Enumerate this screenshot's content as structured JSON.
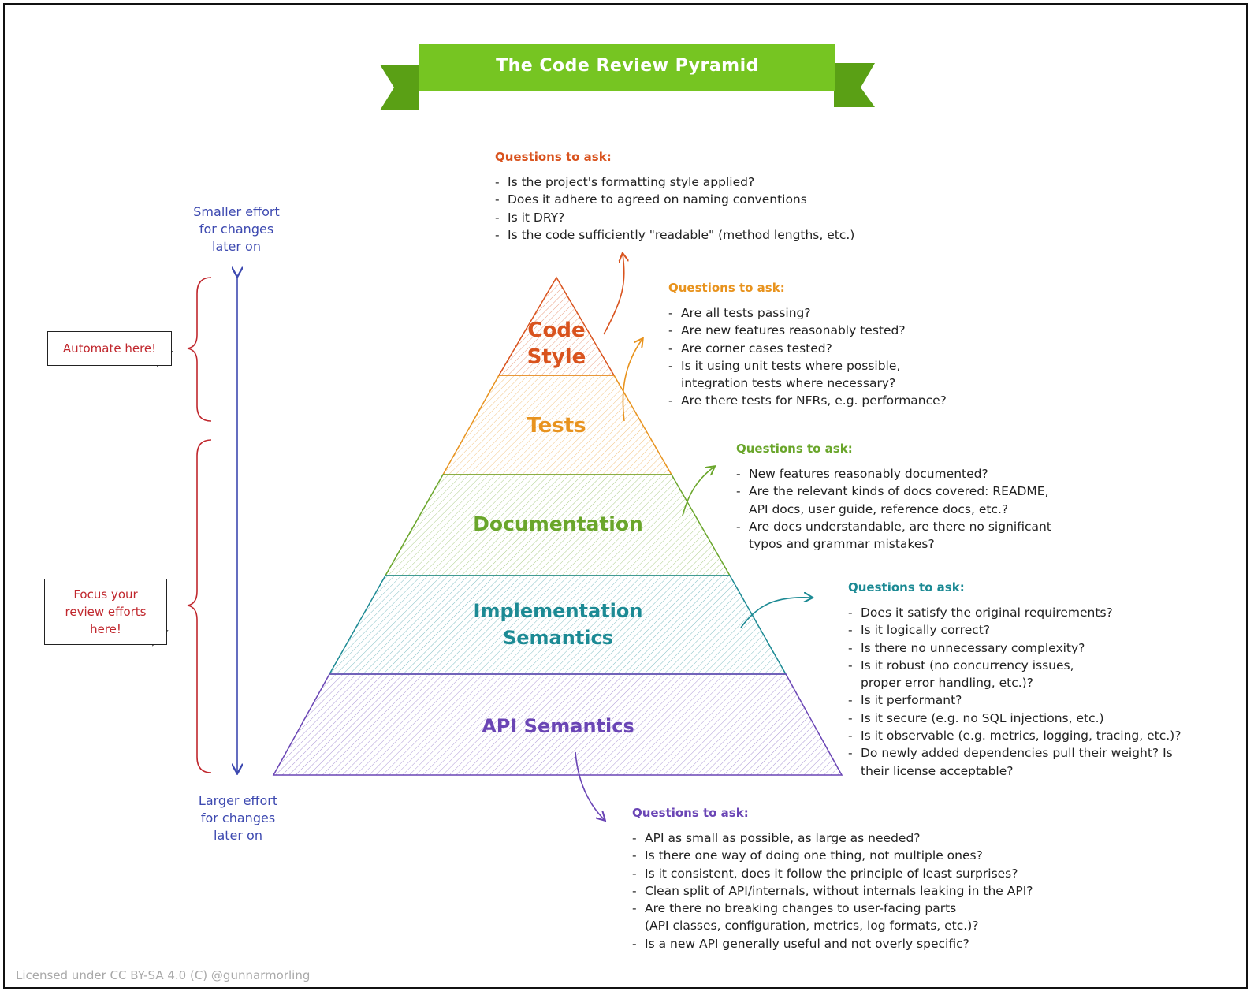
{
  "title": "The Code Review Pyramid",
  "colors": {
    "banner": "#76c522",
    "banner_dark": "#5aa015",
    "code_style": "#d9531e",
    "tests": "#e8931e",
    "documentation": "#6aa62b",
    "implementation": "#1c8a94",
    "api": "#6a45b5",
    "side_text": "#3d49b0",
    "note_text": "#c0272d"
  },
  "layers": [
    {
      "id": "code_style",
      "label": "Code Style",
      "lines": [
        "Code",
        "Style"
      ]
    },
    {
      "id": "tests",
      "label": "Tests",
      "lines": [
        "Tests"
      ]
    },
    {
      "id": "documentation",
      "label": "Documentation",
      "lines": [
        "Documentation"
      ]
    },
    {
      "id": "implementation",
      "label": "Implementation Semantics",
      "lines": [
        "Implementation",
        "Semantics"
      ]
    },
    {
      "id": "api",
      "label": "API Semantics",
      "lines": [
        "API Semantics"
      ]
    }
  ],
  "questions": {
    "code_style": {
      "heading": "Questions to ask:",
      "items": [
        "Is the project's formatting style applied?",
        "Does it adhere to agreed on naming conventions",
        "Is it DRY?",
        "Is the code sufficiently \"readable\" (method lengths, etc.)"
      ]
    },
    "tests": {
      "heading": "Questions to ask:",
      "items": [
        "Are all tests passing?",
        "Are new features reasonably tested?",
        "Are corner cases tested?",
        "Is it using unit tests where possible,\nintegration tests where necessary?",
        "Are there tests for NFRs, e.g. performance?"
      ]
    },
    "documentation": {
      "heading": "Questions to ask:",
      "items": [
        "New features reasonably documented?",
        "Are the relevant kinds of docs covered: README,\nAPI docs, user guide, reference docs, etc.?",
        "Are docs understandable, are there no significant\ntypos and grammar mistakes?"
      ]
    },
    "implementation": {
      "heading": "Questions to ask:",
      "items": [
        "Does it satisfy the original requirements?",
        "Is it logically correct?",
        "Is there no unnecessary complexity?",
        "Is it robust (no concurrency issues,\nproper error handling, etc.)?",
        "Is it performant?",
        "Is it secure (e.g. no SQL injections, etc.)",
        "Is it observable (e.g. metrics, logging, tracing, etc.)?",
        "Do newly added dependencies pull their weight? Is\ntheir license acceptable?"
      ]
    },
    "api": {
      "heading": "Questions to ask:",
      "items": [
        "API as small as possible, as large as needed?",
        "Is there one way of doing one thing, not multiple ones?",
        "Is it consistent, does it follow the principle of least surprises?",
        "Clean split of API/internals, without internals leaking in the API?",
        "Are there no breaking changes to user-facing parts\n(API classes, configuration, metrics, log formats, etc.)?",
        "Is a new API generally useful and not overly specific?"
      ]
    }
  },
  "side": {
    "top_label": "Smaller effort\nfor changes\nlater on",
    "bottom_label": "Larger effort\nfor changes\nlater on",
    "note_automate": "Automate here!",
    "note_focus": "Focus your\nreview efforts\nhere!"
  },
  "license": "Licensed under CC BY-SA 4.0 (C) @gunnarmorling"
}
